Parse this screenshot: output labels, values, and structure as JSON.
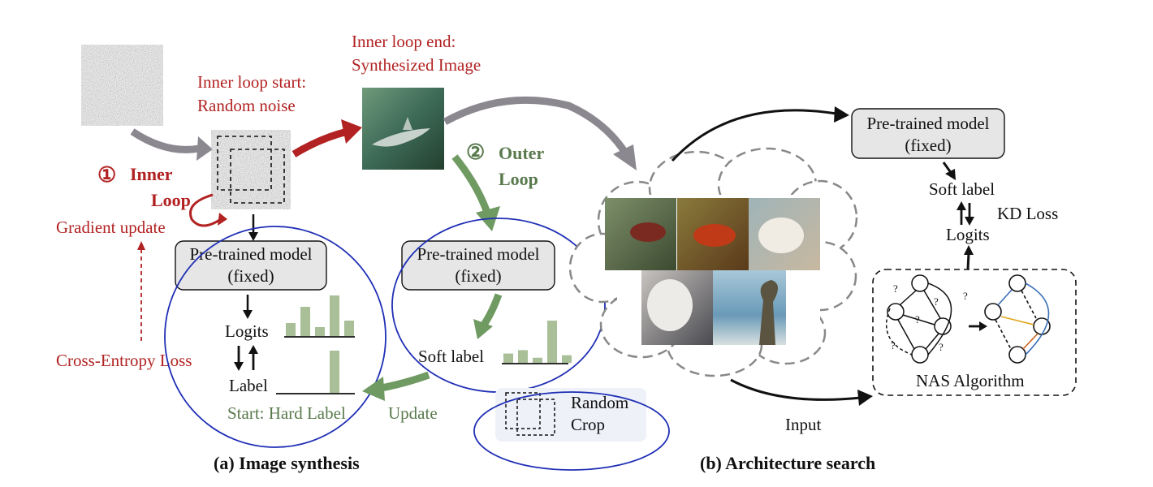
{
  "image_synthesis": {
    "noise_caption_line1": "Inner loop start:",
    "noise_caption_line2": "Random noise",
    "synth_caption_line1": "Inner loop end:",
    "synth_caption_line2": "Synthesized Image",
    "inner_loop_num": "①",
    "inner_loop_word1": "Inner",
    "inner_loop_word2": "Loop",
    "gradient_update": "Gradient update",
    "cross_entropy": "Cross-Entropy Loss",
    "outer_loop_num": "②",
    "outer_loop_word1": "Outer",
    "outer_loop_word2": "Loop",
    "model1_line1": "Pre-trained model",
    "model1_line2": "(fixed)",
    "model2_line1": "Pre-trained model",
    "model2_line2": "(fixed)",
    "logits": "Logits",
    "label": "Label",
    "start_hard_label": "Start: Hard Label",
    "soft_label": "Soft label",
    "update": "Update",
    "random_crop_line1": "Random",
    "random_crop_line2": "Crop",
    "caption": "(a) Image synthesis",
    "logit_bars": [
      0.32,
      0.72,
      0.22,
      1.0,
      0.38
    ],
    "soft_label_bars": [
      0.22,
      0.3,
      0.12,
      1.0,
      0.18
    ],
    "hard_label_bars": [
      0,
      0,
      0,
      1.0,
      0
    ]
  },
  "architecture_search": {
    "model_line1": "Pre-trained model",
    "model_line2": "(fixed)",
    "soft_label": "Soft label",
    "kd_loss": "KD Loss",
    "logits": "Logits",
    "nas_algorithm": "NAS Algorithm",
    "input": "Input",
    "caption": "(b) Architecture search",
    "question_mark": "?"
  },
  "colors": {
    "inner_red": "#b22222",
    "outer_green": "#6f9a62",
    "gray_arrow": "#8c8890",
    "circle_blue": "#1f2fb5",
    "box_fill": "#e6e6e6"
  }
}
